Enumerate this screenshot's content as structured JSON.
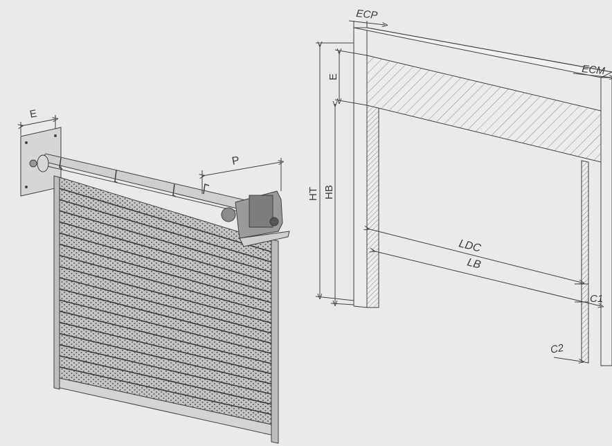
{
  "colors": {
    "background": "#e9eaeb",
    "line": "#3f3f3f",
    "panel": "#b9b9b9",
    "panel_dark": "#7d7d7d",
    "hatch": "#8a8a8a"
  },
  "labels": {
    "roller": {
      "E": "E",
      "P": "P"
    },
    "frame": {
      "ECP": "ECP",
      "ECM": "ECM",
      "E": "E",
      "HT": "HT",
      "HB": "HB",
      "LDC": "LDC",
      "LB": "LB",
      "C1": "C1",
      "C2": "C2"
    }
  }
}
